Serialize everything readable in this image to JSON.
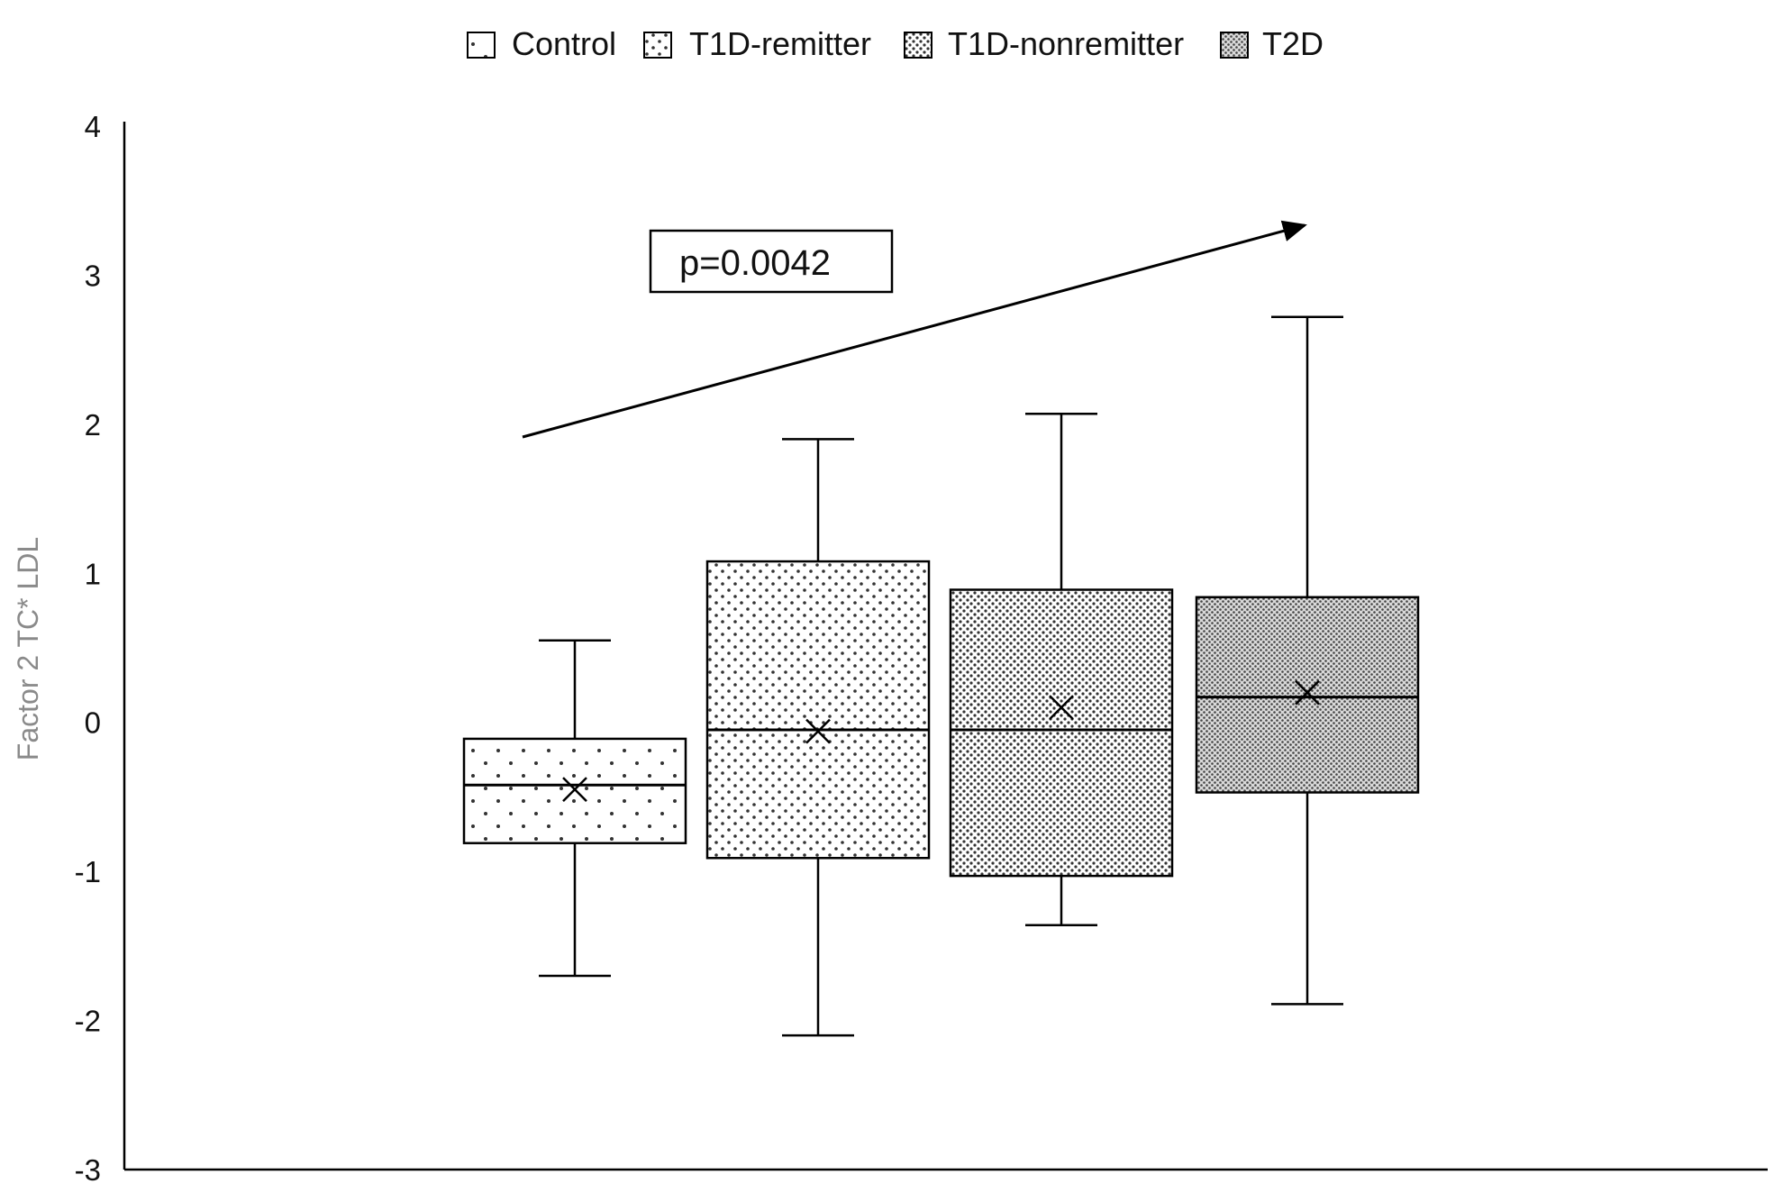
{
  "chart_data": {
    "type": "box",
    "ylabel": "Factor 2  TC* LDL",
    "xlabel": "",
    "ylim": [
      -3,
      4
    ],
    "yticks": [
      "-3",
      "-2",
      "-1",
      "0",
      "1",
      "2",
      "3",
      "4"
    ],
    "legend_position": "top",
    "annotation": "p=0.0042",
    "trend_arrow": "increasing",
    "series": [
      {
        "name": "Control",
        "pattern": "sparse-dots",
        "min": -1.7,
        "q1": -0.81,
        "median": -0.42,
        "q3": -0.11,
        "max": 0.55,
        "mean": -0.45
      },
      {
        "name": "T1D-remitter",
        "pattern": "medium-dots",
        "min": -2.1,
        "q1": -0.91,
        "median": -0.05,
        "q3": 1.08,
        "max": 1.9,
        "mean": -0.06
      },
      {
        "name": "T1D-nonremitter",
        "pattern": "dense-dots",
        "min": -1.36,
        "q1": -1.03,
        "median": -0.05,
        "q3": 0.89,
        "max": 2.07,
        "mean": 0.1
      },
      {
        "name": "T2D",
        "pattern": "very-dense-dots",
        "min": -1.89,
        "q1": -0.47,
        "median": 0.17,
        "q3": 0.84,
        "max": 2.72,
        "mean": 0.2
      }
    ]
  }
}
